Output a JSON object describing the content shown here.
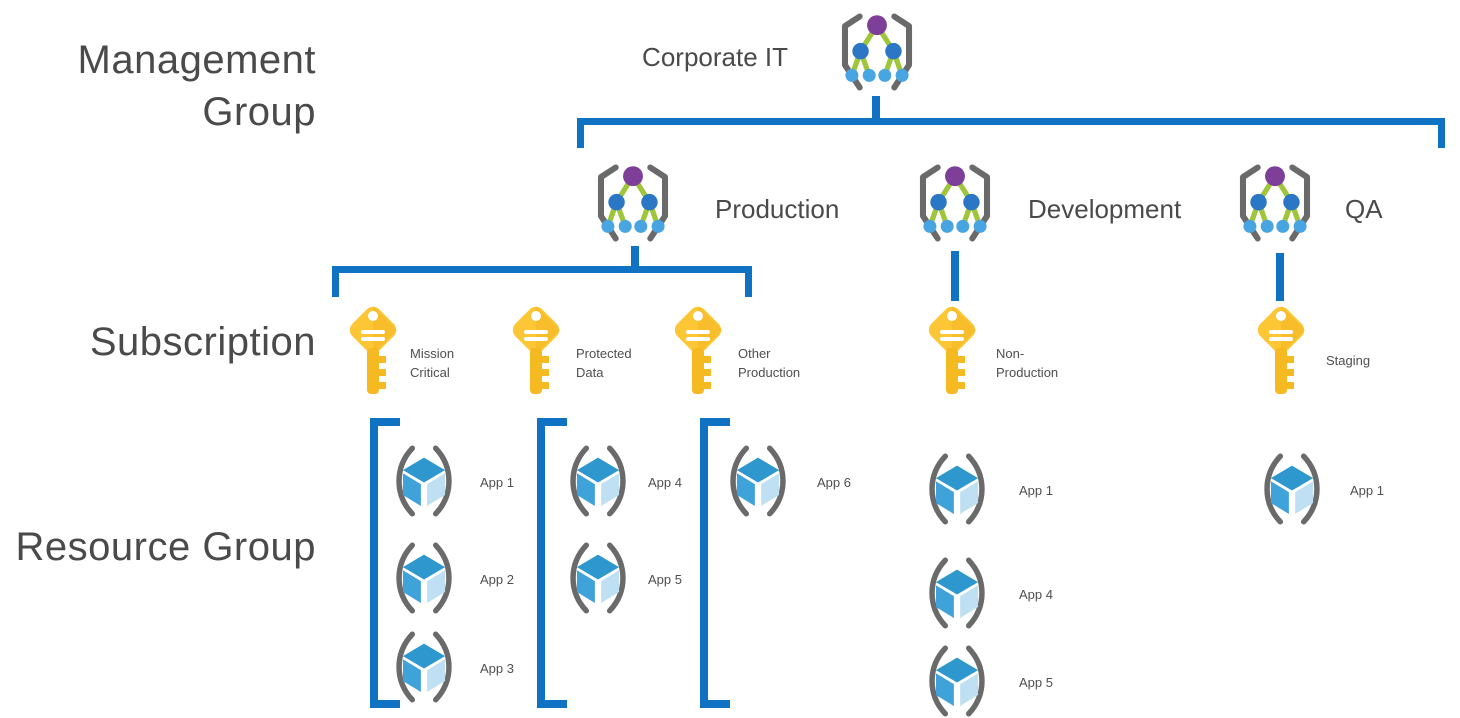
{
  "row_labels": {
    "management_group": "Management\nGroup",
    "subscription": "Subscription",
    "resource_group": "Resource Group"
  },
  "root": {
    "label": "Corporate IT"
  },
  "management_groups": [
    {
      "label": "Production"
    },
    {
      "label": "Development"
    },
    {
      "label": "QA"
    }
  ],
  "subscriptions": [
    {
      "label": "Mission\nCritical"
    },
    {
      "label": "Protected\nData"
    },
    {
      "label": "Other\nProduction"
    },
    {
      "label": "Non-\nProduction"
    },
    {
      "label": "Staging"
    }
  ],
  "resource_columns": [
    {
      "subscription": "Mission Critical",
      "bracketed": true,
      "apps": [
        "App 1",
        "App 2",
        "App 3"
      ]
    },
    {
      "subscription": "Protected Data",
      "bracketed": true,
      "apps": [
        "App 4",
        "App 5"
      ]
    },
    {
      "subscription": "Other Production",
      "bracketed": true,
      "apps": [
        "App 6"
      ]
    },
    {
      "subscription": "Non-Production",
      "bracketed": false,
      "apps": [
        "App 1",
        "App 4",
        "App 5"
      ]
    },
    {
      "subscription": "Staging",
      "bracketed": false,
      "apps": [
        "App 1"
      ]
    }
  ],
  "colors": {
    "connector_blue": "#1072C2",
    "bracket_gray": "#6A6A6A",
    "node_purple": "#7E3F98",
    "node_blue": "#2C77C5",
    "node_light_blue": "#49A5E2",
    "link_green": "#9FC63B",
    "key_gold": "#FCC635",
    "key_gold_dark": "#F2B41F",
    "cube_top": "#2D97CE",
    "cube_left": "#3FA2D9",
    "cube_right": "#BFE0F2",
    "text_dark": "#4A4A4A"
  }
}
